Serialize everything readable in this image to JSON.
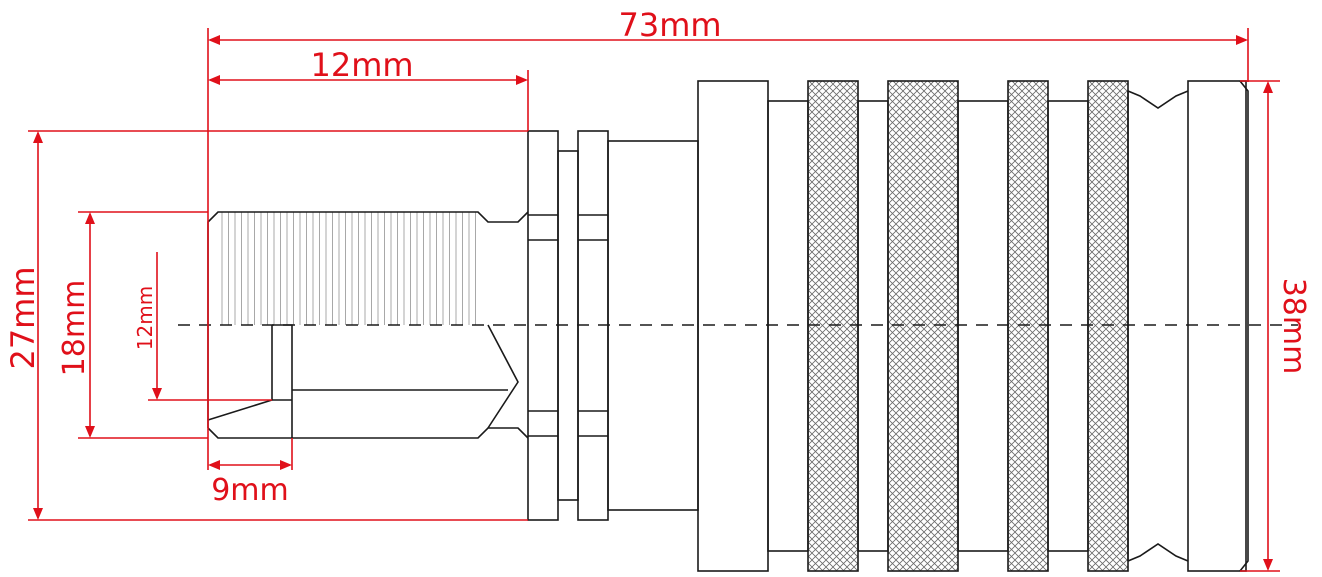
{
  "colors": {
    "dimension": "#e0101a",
    "outline": "#1a1a1a",
    "thread": "#9a9a9a",
    "knurl": "#6a6a6a"
  },
  "dimensions": {
    "overall_length": "73mm",
    "thread_length": "12mm",
    "body_diameter": "27mm",
    "thread_diameter": "18mm",
    "bore_diameter": "12mm",
    "bore_depth": "9mm",
    "knob_diameter": "38mm"
  }
}
